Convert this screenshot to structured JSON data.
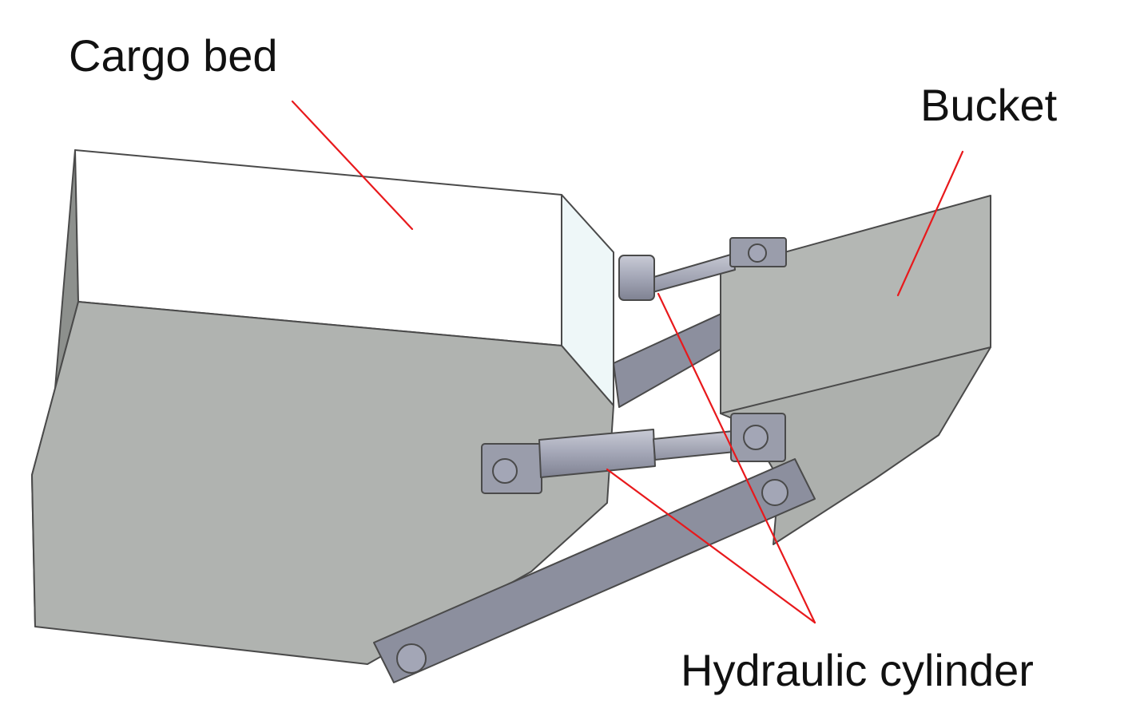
{
  "labels": {
    "cargo_bed": "Cargo bed",
    "bucket": "Bucket",
    "hydraulic_cylinder": "Hydraulic cylinder"
  },
  "colors": {
    "body_gray": "#b0b3b0",
    "body_dark": "#8d908d",
    "top_white": "#ffffff",
    "inner_face": "#eef7f8",
    "arm_steel": "#8c8f9e",
    "cylinder_steel": "#a3a6b6",
    "outline": "#4a4a4a",
    "leader_red": "#e8191c",
    "text": "#111111"
  }
}
